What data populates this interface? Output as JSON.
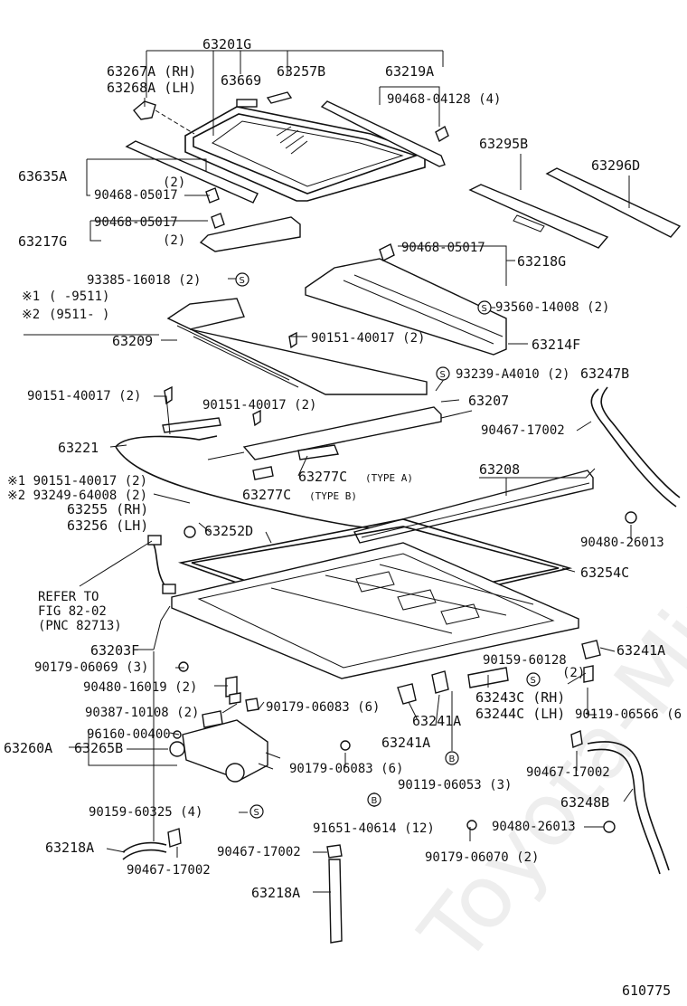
{
  "diagram_id": "610775",
  "watermark": "Toyota-Mirror.ru",
  "legend": {
    "line1_mark": "※1",
    "line1_text": "(       -9511)",
    "line2_mark": "※2",
    "line2_text": "(9511-        )"
  },
  "labels": {
    "p63201G": "63201G",
    "p63267A": "63267A (RH)",
    "p63268A": "63268A (LH)",
    "p63669": "63669",
    "p63257B": "63257B",
    "p63219A": "63219A",
    "p90468_04128": "90468-04128 (4)",
    "p63295B": "63295B",
    "p63296D": "63296D",
    "p63635A": "63635A",
    "q63635A": "(2)",
    "p90468_05017a": "90468-05017",
    "p90468_05017b": "90468-05017",
    "q63217G": "(2)",
    "p63217G": "63217G",
    "p90468_05017c": "90468-05017",
    "p63218G": "63218G",
    "p93385_16018": "93385-16018 (2)",
    "p93560_14008": "93560-14008 (2)",
    "p63209": "63209",
    "p90151_40017a": "90151-40017 (2)",
    "p63214F": "63214F",
    "p93239_A4010": "93239-A4010 (2)",
    "p63247B": "63247B",
    "p90151_40017b": "90151-40017 (2)",
    "p90151_40017c": "90151-40017 (2)",
    "p63207": "63207",
    "p90467_17002a": "90467-17002",
    "p63221": "63221",
    "p63277C_a": "63277C",
    "t63277C_a": "(TYPE A)",
    "p63208": "63208",
    "n1_90151": "※1 90151-40017 (2)",
    "n2_93249": "※2 93249-64008 (2)",
    "p63277C_b": "63277C",
    "t63277C_b": "(TYPE B)",
    "p63255": "63255 (RH)",
    "p63256": "63256 (LH)",
    "p63252D": "63252D",
    "p90480_26013a": "90480-26013",
    "p63254C": "63254C",
    "refer1": "REFER TO",
    "refer2": "FIG 82-02",
    "refer3": "(PNC 82713)",
    "p63203F": "63203F",
    "p90159_60128": "90159-60128",
    "q90159_60128": "(2)",
    "p63241A_a": "63241A",
    "p90179_06069": "90179-06069 (3)",
    "p90480_16019": "90480-16019 (2)",
    "p63243C": "63243C (RH)",
    "p63244C": "63244C (LH)",
    "p90387_10108": "90387-10108 (2)",
    "p90179_06083a": "90179-06083 (6)",
    "p63241A_b": "63241A",
    "p90119_06566": "90119-06566 (6",
    "p96160_00400": "96160-00400",
    "p63260A": "63260A",
    "p63265B": "63265B",
    "p63241A_c": "63241A",
    "p90179_06083b": "90179-06083 (6)",
    "p90467_17002b": "90467-17002",
    "p90119_06053": "90119-06053 (3)",
    "p63248B": "63248B",
    "p90159_60325": "90159-60325 (4)",
    "p91651_40614": "91651-40614 (12)",
    "p90480_26013b": "90480-26013",
    "p63218A_a": "63218A",
    "p90467_17002c": "90467-17002",
    "p90179_06070": "90179-06070 (2)",
    "p90467_17002d": "90467-17002",
    "p63218A_b": "63218A"
  },
  "symbols": {
    "s": "S",
    "b": "B"
  }
}
